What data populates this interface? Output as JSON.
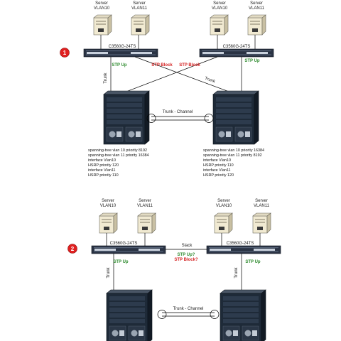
{
  "colors": {
    "stp_up": "#2e8b2e",
    "stp_block": "#d42222",
    "badge": "#e02020",
    "switch_body": "#2a3344",
    "chassis_body": "#1e2a38",
    "server_face": "#f1ead2"
  },
  "icons": [
    "server-icon",
    "access-switch-icon",
    "core-chassis-icon",
    "badge-icon"
  ],
  "server": {
    "name": "Server",
    "vlan10": "VLAN10",
    "vlan11": "VLAN11"
  },
  "switch_model": "C3560G-24TS",
  "diagram1": {
    "badge": "1",
    "stp_up": "STP Up",
    "stp_block": "STP Block",
    "trunk": "Trunk",
    "trunk_channel": "Trunk - Channel",
    "left_config": [
      "spanning-tree vlan 10 priority 8192",
      "spanning-tree vlan 11 priority 16384",
      "interface Vlan10",
      "HSRP priority 120",
      "interface Vlan11",
      "HSRP priority 110"
    ],
    "right_config": [
      "spanning-tree vlan 10 priority 16384",
      "spanning-tree vlan 11 priority 8192",
      "interface Vlan10",
      "HSRP priority 110",
      "interface Vlan11",
      "HSRP priority 120"
    ]
  },
  "diagram2": {
    "badge": "2",
    "stp_up": "STP Up",
    "slack": "Slack",
    "stp_question_up": "STP Up?",
    "stp_question_block": "STP Block?",
    "trunk": "Trunk",
    "trunk_channel": "Trunk - Channel"
  }
}
